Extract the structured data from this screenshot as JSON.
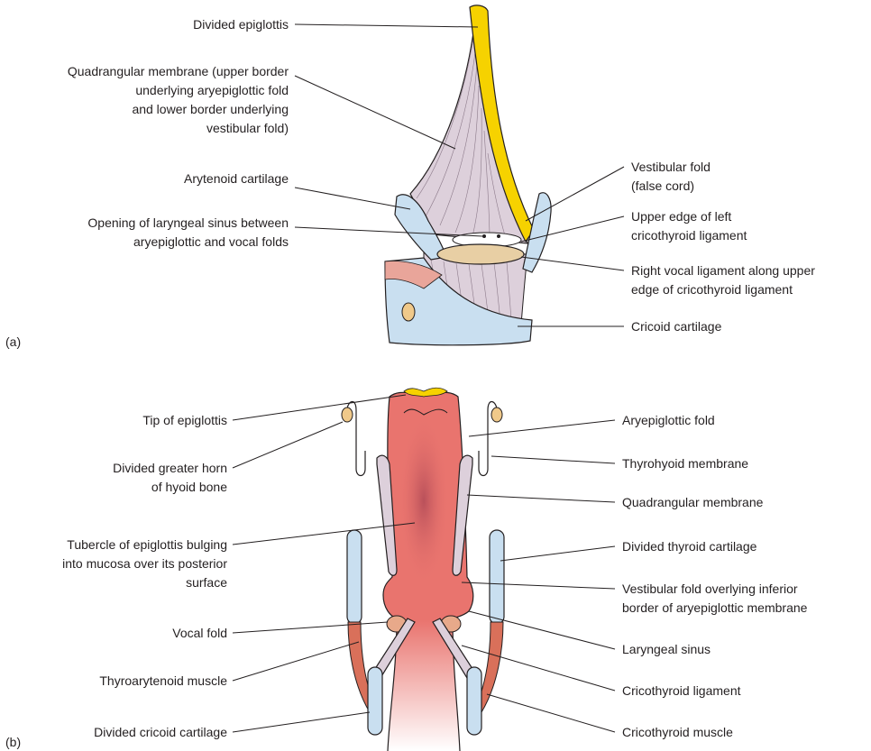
{
  "panel_a": {
    "letter": "(a)",
    "labels": {
      "divided_epiglottis": "Divided epiglottis",
      "quad_membrane_l1": "Quadrangular membrane (upper border",
      "quad_membrane_l2": "underlying aryepiglottic fold",
      "quad_membrane_l3": "and lower border underlying",
      "quad_membrane_l4": "vestibular fold)",
      "arytenoid": "Arytenoid cartilage",
      "sinus_l1": "Opening of laryngeal sinus between",
      "sinus_l2": "aryepiglottic and vocal folds",
      "vestibular_l1": "Vestibular fold",
      "vestibular_l2": "(false cord)",
      "upper_edge_l1": "Upper edge of left",
      "upper_edge_l2": "cricothyroid ligament",
      "vocal_lig_l1": "Right vocal ligament along upper",
      "vocal_lig_l2": "edge of cricothyroid ligament",
      "cricoid": "Cricoid cartilage"
    }
  },
  "panel_b": {
    "letter": "(b)",
    "labels": {
      "tip_epiglottis": "Tip of epiglottis",
      "hyoid_l1": "Divided greater horn",
      "hyoid_l2": "of hyoid bone",
      "tubercle_l1": "Tubercle of epiglottis bulging",
      "tubercle_l2": "into mucosa over its posterior",
      "tubercle_l3": "surface",
      "vocal_fold": "Vocal fold",
      "thyroarytenoid": "Thyroarytenoid muscle",
      "divided_cricoid": "Divided cricoid cartilage",
      "aryepiglottic_fold": "Aryepiglottic fold",
      "thyrohyoid": "Thyrohyoid membrane",
      "quad_membrane": "Quadrangular membrane",
      "divided_thyroid": "Divided thyroid cartilage",
      "vest_overlying_l1": "Vestibular fold overlying inferior",
      "vest_overlying_l2": "border of aryepiglottic membrane",
      "laryngeal_sinus": "Laryngeal sinus",
      "cricothyroid_lig": "Cricothyroid ligament",
      "cricothyroid_muscle": "Cricothyroid muscle"
    }
  },
  "colors": {
    "epiglottis_yellow": "#f6d200",
    "cartilage_blue": "#c9dff0",
    "membrane_mauve": "#ddd0db",
    "mucosa_red": "#e9746e",
    "mucosa_dark": "#b9505a",
    "muscle_red": "#d9705a",
    "ligament_tan": "#e8cfa4",
    "hyoid_orange": "#f0c98a"
  }
}
